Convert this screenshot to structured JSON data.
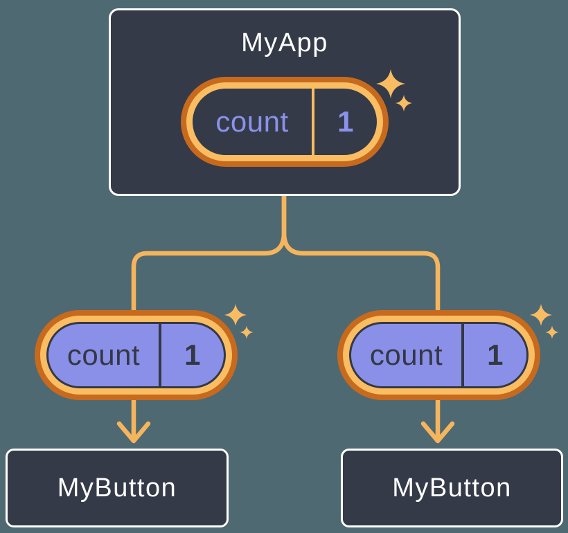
{
  "colors": {
    "background": "#4E6972",
    "component_box_fill": "#343A48",
    "component_box_border": "#FFFFFF",
    "ring_outer_orange": "#C76A1E",
    "ring_inner_orange": "#FABD62",
    "connector_orange": "#F6B55C",
    "sparkle_orange": "#F9BC62",
    "prop_pill_purple": "#8A90E8",
    "dark_text": "#333845",
    "state_text_periwinkle": "#8A92EC",
    "title_text": "#FFFFFF"
  },
  "tree": {
    "root": {
      "title": "MyApp",
      "state": {
        "name": "count",
        "value": "1"
      }
    },
    "children": [
      {
        "label": "MyButton",
        "prop": {
          "name": "count",
          "value": "1"
        }
      },
      {
        "label": "MyButton",
        "prop": {
          "name": "count",
          "value": "1"
        }
      }
    ]
  }
}
